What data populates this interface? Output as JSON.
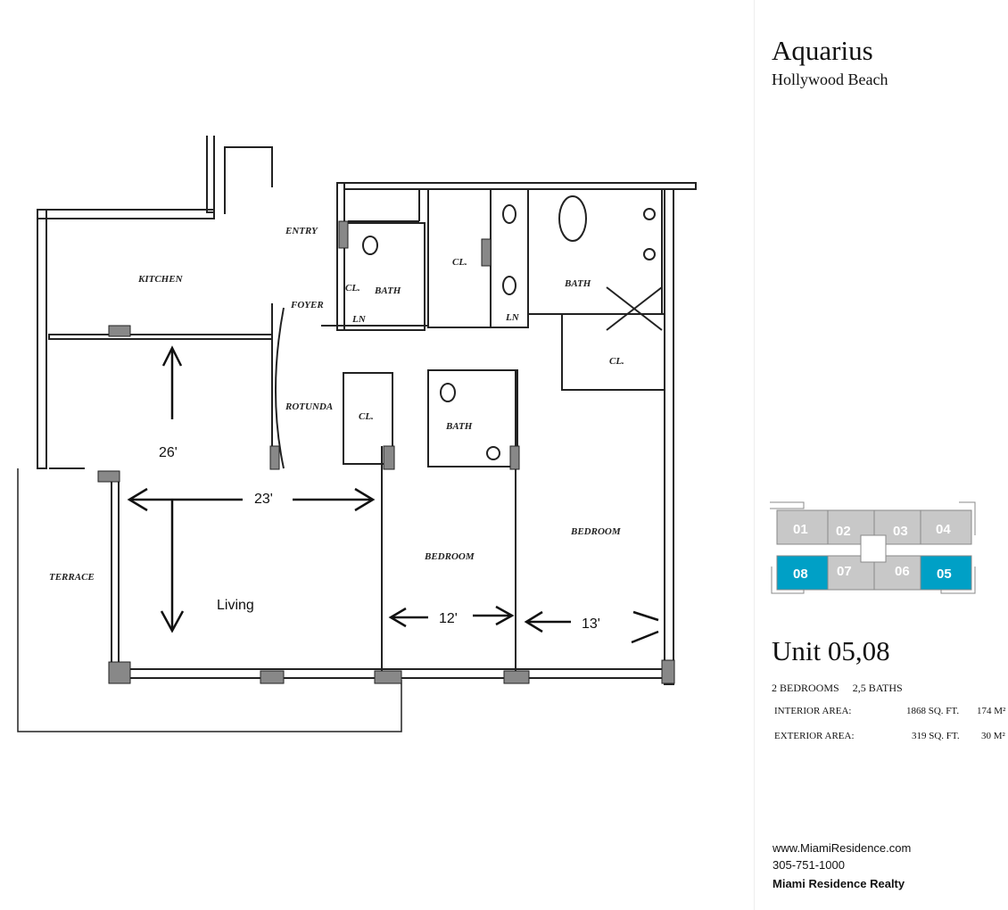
{
  "building": {
    "name": "Aquarius",
    "location": "Hollywood Beach"
  },
  "floorplan": {
    "rooms": {
      "kitchen": "KITCHEN",
      "entry": "ENTRY",
      "bath1": "BATH",
      "closet1": "CL.",
      "bath2": "BATH",
      "closet2": "CL.",
      "foyer": "FOYER",
      "linen1": "LN",
      "linen2": "LN",
      "closet3": "CL.",
      "rotunda": "ROTUNDA",
      "closet4": "CL.",
      "bath3": "BATH",
      "terrace": "TERRACE",
      "bedroom1": "BEDROOM",
      "bedroom2": "BEDROOM",
      "living": "Living"
    },
    "dimensions": {
      "living_depth": "26'",
      "living_width": "23'",
      "bedroom1_width": "12'",
      "bedroom2_width": "13'"
    }
  },
  "keyplan": {
    "units": [
      "01",
      "02",
      "03",
      "04",
      "08",
      "07",
      "06",
      "05"
    ],
    "highlighted": [
      "05",
      "08"
    ],
    "highlight_color": "#00a0c6",
    "base_color": "#c8c8c8"
  },
  "unit": {
    "title": "Unit 05,08",
    "bedrooms": "2 BEDROOMS",
    "baths": "2,5 BATHS",
    "interior_label": "INTERIOR AREA:",
    "interior_sqft": "1868 SQ. FT.",
    "interior_m2": "174 M²",
    "exterior_label": "EXTERIOR AREA:",
    "exterior_sqft": "319 SQ. FT.",
    "exterior_m2": "30 M²"
  },
  "contact": {
    "website": "www.MiamiResidence.com",
    "phone": "305-751-1000",
    "company": "Miami Residence Realty"
  }
}
